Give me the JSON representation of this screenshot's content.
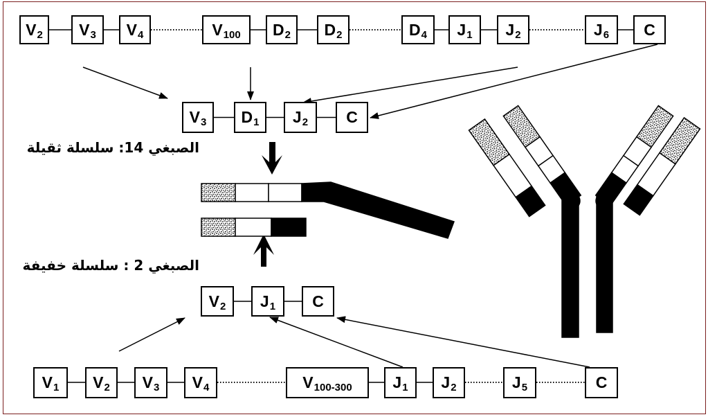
{
  "heavy_chain": {
    "label": "الصبغي 14: سلسلة ثقيلة",
    "germline": [
      {
        "letter": "V",
        "sub": "2"
      },
      {
        "letter": "V",
        "sub": "3"
      },
      {
        "letter": "V",
        "sub": "4"
      },
      {
        "letter": "V",
        "sub": "100"
      },
      {
        "letter": "D",
        "sub": "2"
      },
      {
        "letter": "D",
        "sub": "2"
      },
      {
        "letter": "D",
        "sub": "4"
      },
      {
        "letter": "J",
        "sub": "1"
      },
      {
        "letter": "J",
        "sub": "2"
      },
      {
        "letter": "J",
        "sub": "6"
      },
      {
        "letter": "C"
      }
    ],
    "rearranged": [
      {
        "letter": "V",
        "sub": "3"
      },
      {
        "letter": "D",
        "sub": "1"
      },
      {
        "letter": "J",
        "sub": "2"
      },
      {
        "letter": "C"
      }
    ]
  },
  "light_chain": {
    "label": "الصبغي 2 : سلسلة خفيفة",
    "rearranged": [
      {
        "letter": "V",
        "sub": "2"
      },
      {
        "letter": "J",
        "sub": "1"
      },
      {
        "letter": "C"
      }
    ],
    "germline": [
      {
        "letter": "V",
        "sub": "1"
      },
      {
        "letter": "V",
        "sub": "2"
      },
      {
        "letter": "V",
        "sub": "3"
      },
      {
        "letter": "V",
        "sub": "4"
      },
      {
        "letter": "V",
        "sub": "100-300"
      },
      {
        "letter": "J",
        "sub": "1"
      },
      {
        "letter": "J",
        "sub": "2"
      },
      {
        "letter": "J",
        "sub": "5"
      },
      {
        "letter": "C"
      }
    ]
  },
  "colors": {
    "frame": "#7a1e1e",
    "ink": "#000000"
  }
}
